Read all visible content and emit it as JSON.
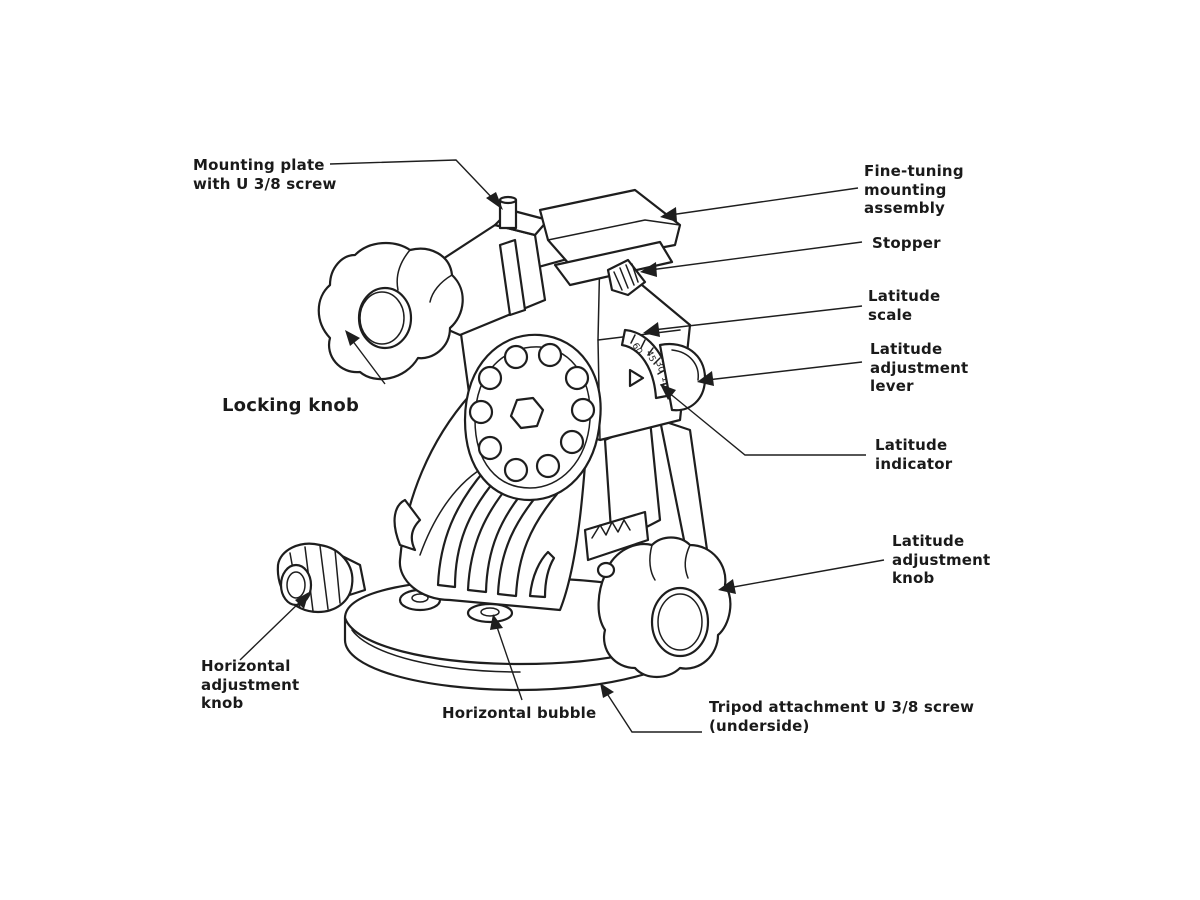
{
  "labels": {
    "mounting_plate": "Mounting plate\nwith U 3/8 screw",
    "fine_tuning": "Fine-tuning\nmounting\nassembly",
    "stopper": "Stopper",
    "latitude_scale": "Latitude\nscale",
    "latitude_adjustment_lever": "Latitude\nadjustment\nlever",
    "latitude_indicator": "Latitude\nindicator",
    "latitude_adjustment_knob": "Latitude\nadjustment\nknob",
    "locking_knob": "Locking knob",
    "horizontal_adjustment_knob": "Horizontal\nadjustment\nknob",
    "horizontal_bubble": "Horizontal bubble",
    "tripod_attachment": "Tripod attachment U 3/8 screw\n(underside)"
  },
  "scale_ticks": [
    "0",
    "15",
    "30",
    "45",
    "60"
  ]
}
